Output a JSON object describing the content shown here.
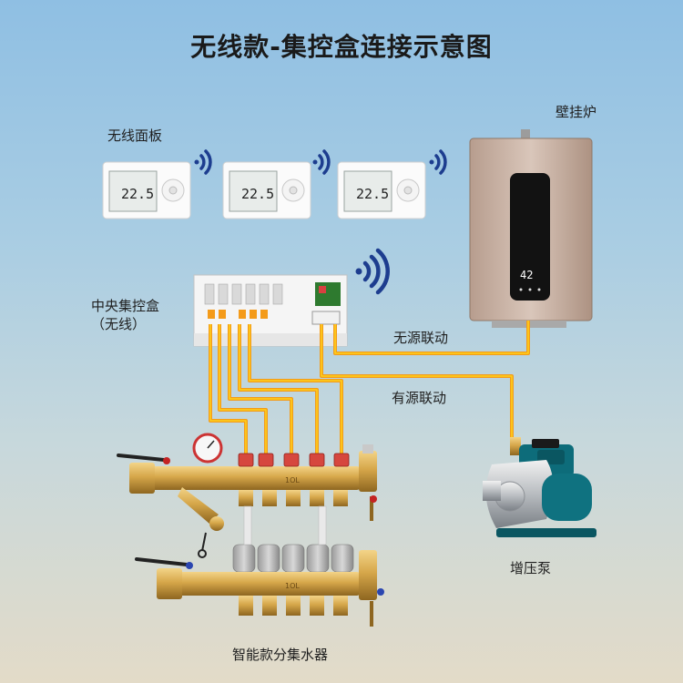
{
  "title": "无线款-集控盒连接示意图",
  "labels": {
    "panels": "无线面板",
    "boiler": "壁挂炉",
    "central_box_line1": "中央集控盒",
    "central_box_line2": "（无线）",
    "passive_link": "无源联动",
    "active_link": "有源联动",
    "pump": "增压泵",
    "manifold": "智能款分集水器"
  },
  "thermostat_display": {
    "temperature": "22.5",
    "unit": "℃"
  },
  "boiler_display": "42",
  "manifold_marking": "1OL",
  "colors": {
    "wire_orange": "#f39b1a",
    "wire_yellow": "#ffd21a",
    "brass": "#d6a74a",
    "pump_blue": "#0d6c7a"
  },
  "icons": [
    "wifi-icon",
    "wifi-icon",
    "wifi-icon",
    "wifi-icon"
  ]
}
